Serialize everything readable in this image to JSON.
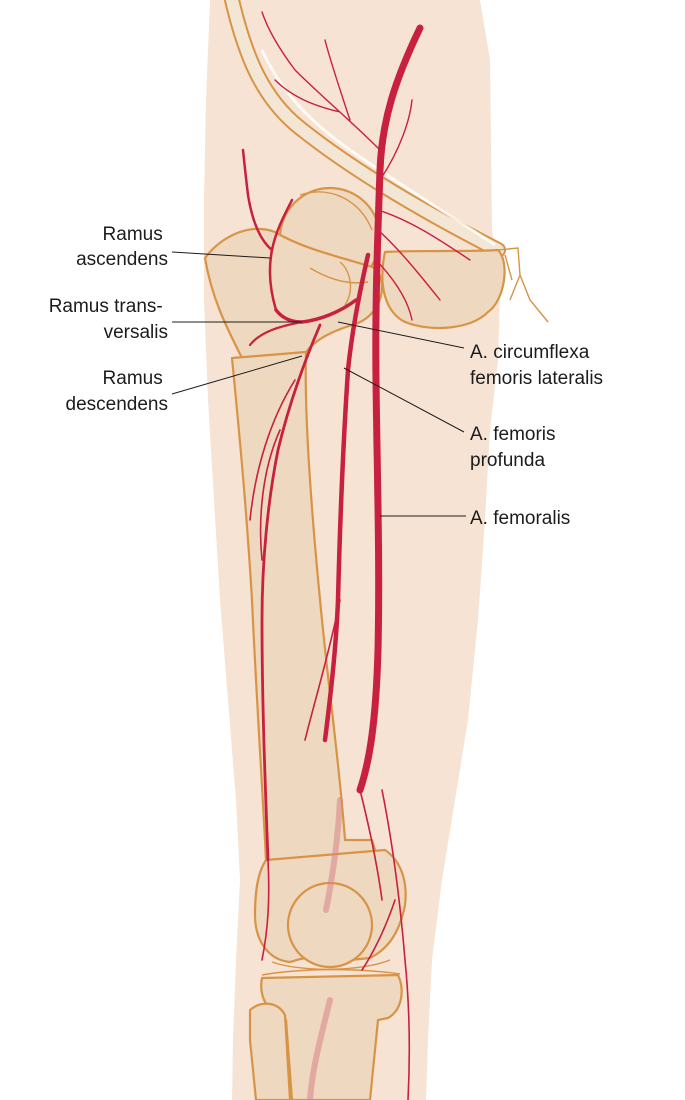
{
  "labels": {
    "ramus_ascendens": [
      "Ramus",
      "ascendens"
    ],
    "ramus_transversalis": [
      "Ramus trans-",
      "versalis"
    ],
    "ramus_descendens": [
      "Ramus",
      "descendens"
    ],
    "a_circumflexa": [
      "A. circumflexa",
      "femoris lateralis"
    ],
    "a_femoris_profunda": [
      "A. femoris",
      "profunda"
    ],
    "a_femoralis": [
      "A. femoralis"
    ]
  },
  "colors": {
    "skin": "#f7e3d3",
    "bone_fill": "#eed8bf",
    "bone_outline": "#d79446",
    "artery": "#c8203f",
    "label_text": "#1c1c1c"
  }
}
